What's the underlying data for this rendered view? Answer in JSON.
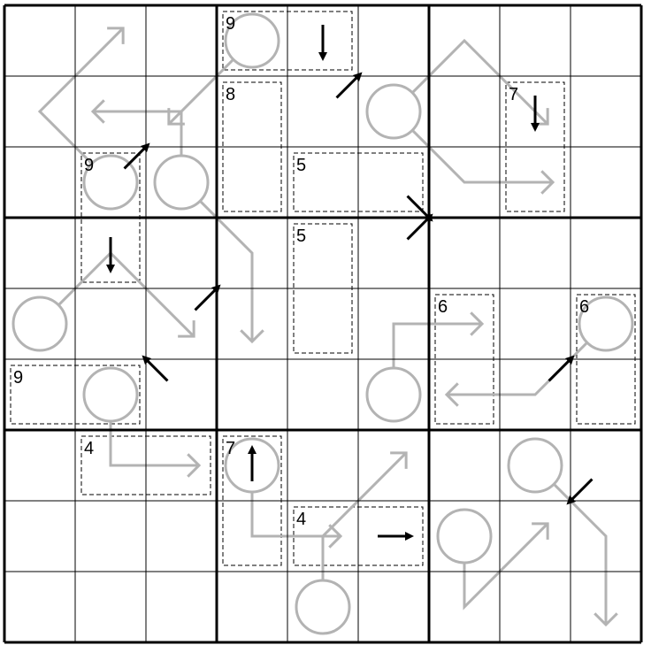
{
  "puzzle": {
    "size": 9,
    "digits": [],
    "cages": [
      {
        "sum": "9",
        "cells": [
          [
            0,
            3
          ],
          [
            0,
            4
          ]
        ]
      },
      {
        "sum": "8",
        "cells": [
          [
            1,
            3
          ],
          [
            2,
            3
          ]
        ]
      },
      {
        "sum": "7",
        "cells": [
          [
            1,
            7
          ],
          [
            2,
            7
          ]
        ]
      },
      {
        "sum": "9",
        "cells": [
          [
            2,
            1
          ],
          [
            3,
            1
          ]
        ]
      },
      {
        "sum": "5",
        "cells": [
          [
            2,
            4
          ],
          [
            2,
            5
          ]
        ]
      },
      {
        "sum": "5",
        "cells": [
          [
            3,
            4
          ],
          [
            4,
            4
          ]
        ]
      },
      {
        "sum": "6",
        "cells": [
          [
            4,
            6
          ],
          [
            5,
            6
          ]
        ]
      },
      {
        "sum": "6",
        "cells": [
          [
            4,
            8
          ],
          [
            5,
            8
          ]
        ]
      },
      {
        "sum": "9",
        "cells": [
          [
            5,
            0
          ],
          [
            5,
            1
          ]
        ]
      },
      {
        "sum": "4",
        "cells": [
          [
            6,
            1
          ],
          [
            6,
            2
          ]
        ]
      },
      {
        "sum": "7",
        "cells": [
          [
            6,
            3
          ],
          [
            7,
            3
          ]
        ]
      },
      {
        "sum": "4",
        "cells": [
          [
            7,
            4
          ],
          [
            7,
            5
          ]
        ]
      }
    ],
    "arrow_clues": [
      {
        "bulb": [
          0,
          3
        ],
        "path": [
          [
            1,
            2
          ]
        ]
      },
      {
        "bulb": [
          2,
          1
        ],
        "path": [
          [
            1,
            0
          ],
          [
            0,
            1
          ]
        ]
      },
      {
        "bulb": [
          2,
          2
        ],
        "path": [
          [
            1,
            2
          ],
          [
            1,
            1
          ]
        ]
      },
      {
        "bulb": [
          2,
          2
        ],
        "path": [
          [
            3,
            3
          ],
          [
            4,
            3
          ]
        ]
      },
      {
        "bulb": [
          1,
          5
        ],
        "path": [
          [
            0,
            6
          ],
          [
            1,
            7
          ]
        ]
      },
      {
        "bulb": [
          1,
          5
        ],
        "path": [
          [
            2,
            6
          ],
          [
            2,
            7
          ]
        ]
      },
      {
        "bulb": [
          4,
          0
        ],
        "path": [
          [
            3,
            1
          ],
          [
            4,
            2
          ]
        ]
      },
      {
        "bulb": [
          5,
          1
        ],
        "path": [
          [
            6,
            1
          ],
          [
            6,
            2
          ]
        ]
      },
      {
        "bulb": [
          5,
          5
        ],
        "path": [
          [
            4,
            5
          ],
          [
            4,
            6
          ]
        ]
      },
      {
        "bulb": [
          4,
          8
        ],
        "path": [
          [
            5,
            7
          ],
          [
            5,
            6
          ]
        ]
      },
      {
        "bulb": [
          6,
          3
        ],
        "path": [
          [
            7,
            3
          ],
          [
            7,
            4
          ]
        ]
      },
      {
        "bulb": [
          8,
          4
        ],
        "path": [
          [
            7,
            4
          ],
          [
            6,
            5
          ]
        ]
      },
      {
        "bulb": [
          7,
          6
        ],
        "path": [
          [
            8,
            6
          ],
          [
            7,
            7
          ]
        ]
      },
      {
        "bulb": [
          6,
          7
        ],
        "path": [
          [
            7,
            8
          ],
          [
            8,
            8
          ]
        ]
      }
    ],
    "pointers": [
      {
        "cell": [
          0,
          4
        ],
        "dir": "S"
      },
      {
        "cell": [
          1,
          7
        ],
        "dir": "S"
      },
      {
        "cell": [
          3,
          1
        ],
        "dir": "S"
      },
      {
        "cell": [
          6,
          3
        ],
        "dir": "N"
      },
      {
        "cell": [
          7,
          5
        ],
        "dir": "E"
      },
      {
        "cell": [
          1,
          4
        ],
        "dir": "NE"
      },
      {
        "cell": [
          2,
          5
        ],
        "dir": "SE"
      },
      {
        "cell": [
          3,
          5
        ],
        "dir": "NE"
      },
      {
        "cell": [
          2,
          1
        ],
        "dir": "NE"
      },
      {
        "cell": [
          4,
          2
        ],
        "dir": "NE"
      },
      {
        "cell": [
          5,
          2
        ],
        "dir": "NW"
      },
      {
        "cell": [
          5,
          7
        ],
        "dir": "NE"
      },
      {
        "cell": [
          6,
          8
        ],
        "dir": "SW"
      }
    ]
  }
}
